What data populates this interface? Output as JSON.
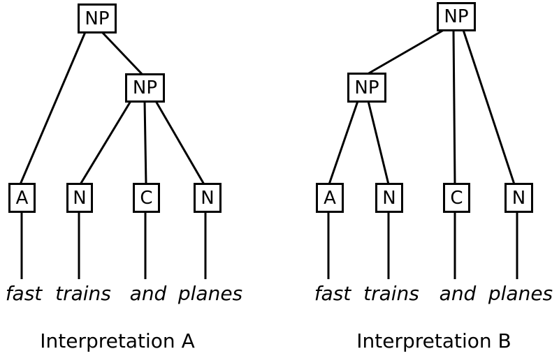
{
  "colors": {
    "background": "#ffffff",
    "foreground": "#000000"
  },
  "phrase": "fast trains and planes",
  "trees": [
    {
      "caption": "Interpretation A",
      "root_label": "NP",
      "sub_label": "NP",
      "leaf_labels": [
        "A",
        "N",
        "C",
        "N"
      ],
      "words": [
        "fast",
        "trains",
        "and",
        "planes"
      ],
      "structure": "root NP dominates A directly; inner NP dominates N, C, N"
    },
    {
      "caption": "Interpretation B",
      "root_label": "NP",
      "sub_label": "NP",
      "leaf_labels": [
        "A",
        "N",
        "C",
        "N"
      ],
      "words": [
        "fast",
        "trains",
        "and",
        "planes"
      ],
      "structure": "inner NP dominates A and N; root NP dominates inner NP, C, N"
    }
  ]
}
